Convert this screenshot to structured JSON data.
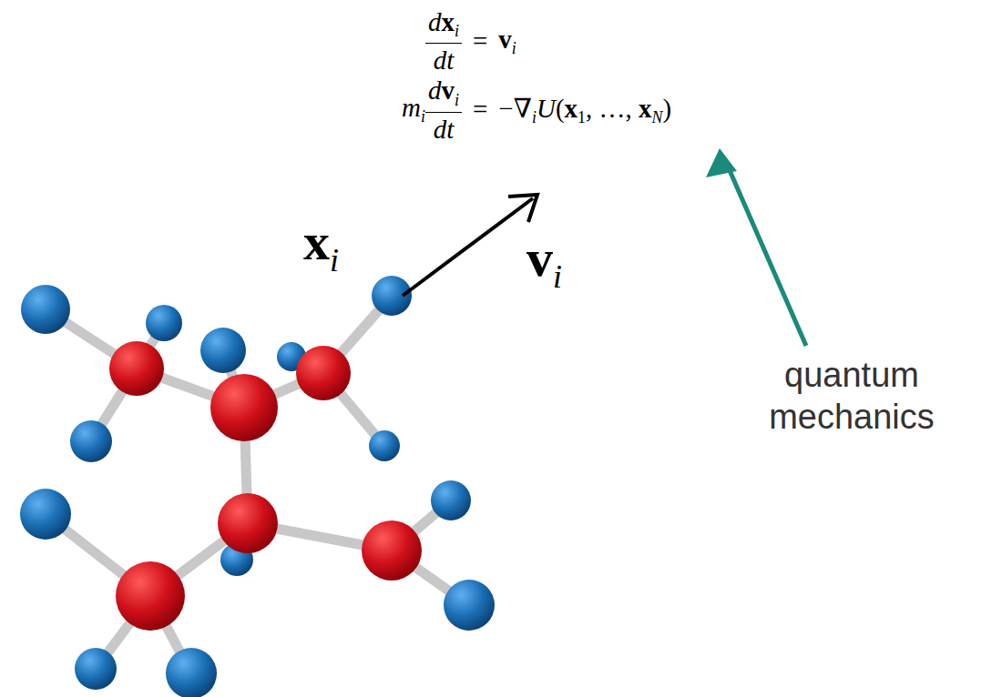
{
  "diagram": {
    "labels": [
      "d",
      "x",
      "i",
      "dt",
      "=",
      "v",
      "i",
      "m",
      "i",
      "d",
      "v",
      "i",
      "dt",
      "=",
      "−∇",
      "i",
      "U",
      "(",
      "x",
      "1",
      ", …, ",
      "x",
      "N",
      ")",
      "x",
      "i",
      "v",
      "i",
      "quantum mechanics"
    ]
  }
}
